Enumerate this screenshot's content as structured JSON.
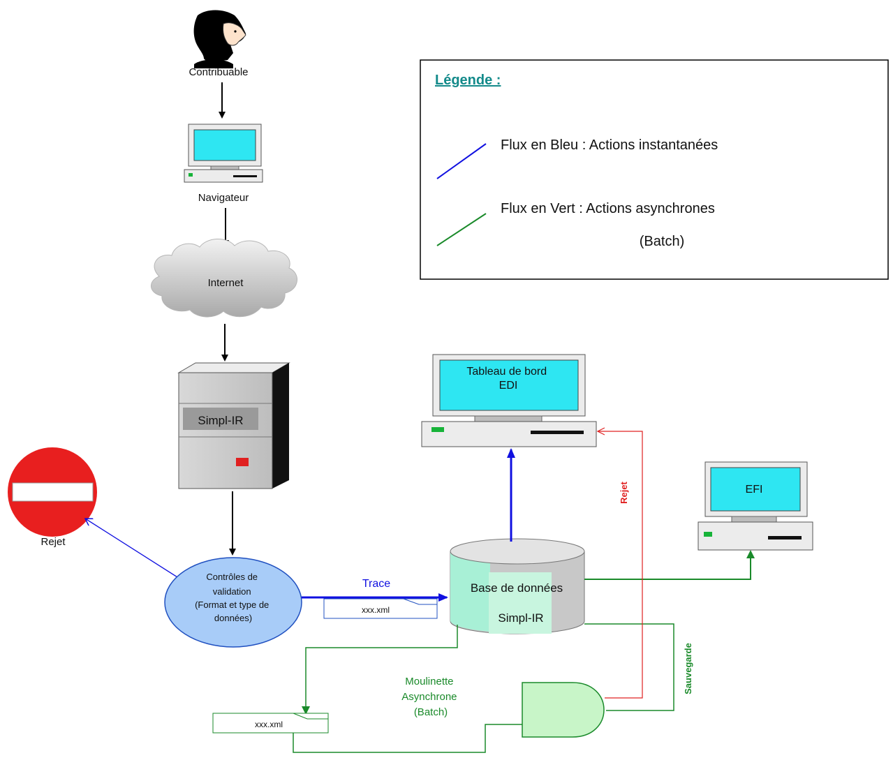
{
  "nodes": {
    "user": "Contribuable",
    "browser": "Navigateur",
    "internet": "Internet",
    "server": "Simpl-IR",
    "reject_sign": "Rejet",
    "validation": [
      "Contrôles de",
      "validation",
      "(Format et type de",
      "données)"
    ],
    "dashboard": [
      "Tableau de bord",
      "EDI"
    ],
    "efi": "EFI",
    "database": "Base de données",
    "database_sub": "Simpl-IR",
    "file_top": "xxx.xml",
    "file_bottom": "xxx.xml",
    "batch": [
      "Moulinette",
      "Asynchrone",
      "(Batch)"
    ]
  },
  "edges": {
    "trace": "Trace",
    "reject_red": "Rejet",
    "backup": "Sauvegarde"
  },
  "legend": {
    "title": "Légende :",
    "blue": "Flux en Bleu : Actions instantanées",
    "green": "Flux en Vert : Actions asynchrones",
    "green_note": "(Batch)"
  },
  "colors": {
    "blue_flow": "#1010e0",
    "green_flow": "#1a8a2a",
    "red_flow": "#e02020",
    "screen": "#2ee6f2",
    "validation_fill": "#a8ccf8",
    "legend_title": "#138a8a"
  }
}
